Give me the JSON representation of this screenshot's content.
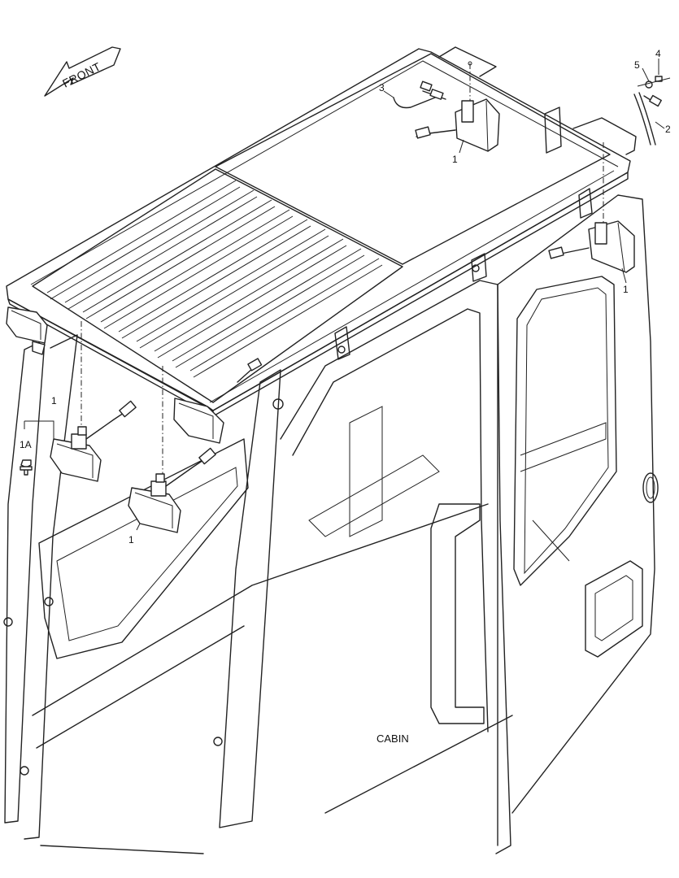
{
  "direction": {
    "label": "FRONT",
    "icon": "arrow-left-icon"
  },
  "section_label": "CABIN",
  "callouts": [
    {
      "id": "c1a",
      "text": "1"
    },
    {
      "id": "c1b",
      "text": "1"
    },
    {
      "id": "c1c",
      "text": "1"
    },
    {
      "id": "c1d",
      "text": "1"
    },
    {
      "id": "c1A",
      "text": "1A"
    },
    {
      "id": "c2",
      "text": "2"
    },
    {
      "id": "c3",
      "text": "3"
    },
    {
      "id": "c4",
      "text": "4"
    },
    {
      "id": "c5",
      "text": "5"
    }
  ],
  "icons": [
    "work-lamp-icon",
    "bulb-icon",
    "wire-harness-icon",
    "screw-icon",
    "washer-icon"
  ]
}
